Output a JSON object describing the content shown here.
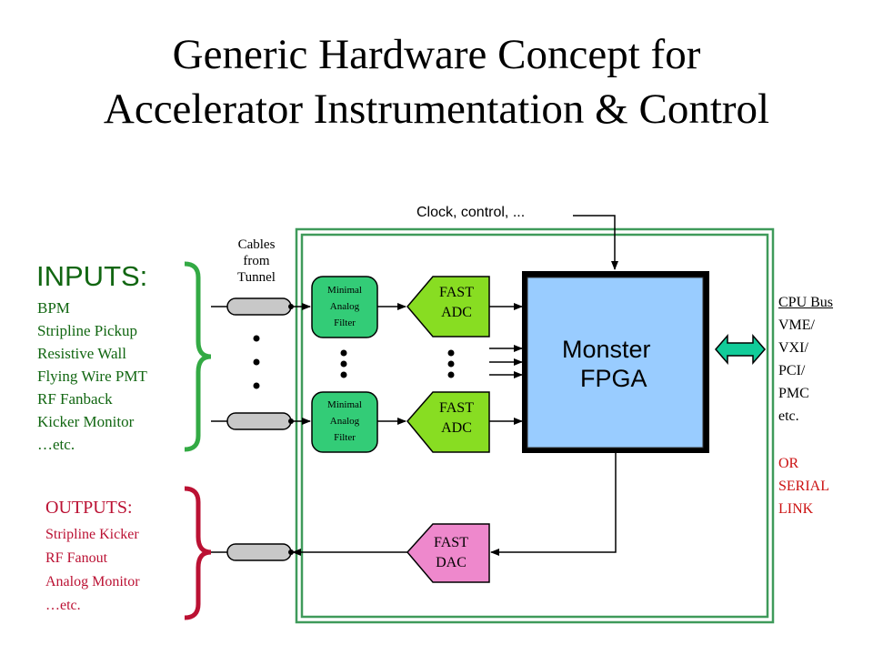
{
  "title": {
    "line1": "Generic Hardware Concept for",
    "line2": "Accelerator Instrumentation & Control"
  },
  "labels": {
    "clock": "Clock, control, ...",
    "cables": [
      "Cables",
      "from",
      "Tunnel"
    ],
    "filter": [
      "Minimal",
      "Analog",
      "Filter"
    ],
    "adc": [
      "FAST",
      "ADC"
    ],
    "dac": [
      "FAST",
      "DAC"
    ],
    "fpga": [
      "Monster",
      "FPGA"
    ]
  },
  "inputs": {
    "heading": "INPUTS:",
    "items": [
      "BPM",
      "Stripline Pickup",
      "Resistive Wall",
      "Flying Wire PMT",
      "RF Fanback",
      "Kicker Monitor",
      "…etc."
    ]
  },
  "outputs": {
    "heading": "OUTPUTS:",
    "items": [
      "Stripline Kicker",
      "RF Fanout",
      "Analog Monitor",
      "…etc."
    ]
  },
  "cpu_bus": {
    "heading": "CPU Bus",
    "items": [
      "VME/",
      "VXI/",
      "PCI/",
      "PMC",
      "etc."
    ],
    "alt": [
      "OR",
      "SERIAL",
      "LINK"
    ]
  },
  "colors": {
    "board_border": "#3f9a5a",
    "filter_fill": "#33cc77",
    "adc_fill": "#88dd22",
    "dac_fill": "#ee88cc",
    "fpga_fill": "#99ccff",
    "bus_arrow": "#11cc99",
    "inputs_text": "#116611",
    "inputs_brace": "#33aa44",
    "outputs_brace": "#bb1133",
    "alt_text": "#cc1111"
  }
}
